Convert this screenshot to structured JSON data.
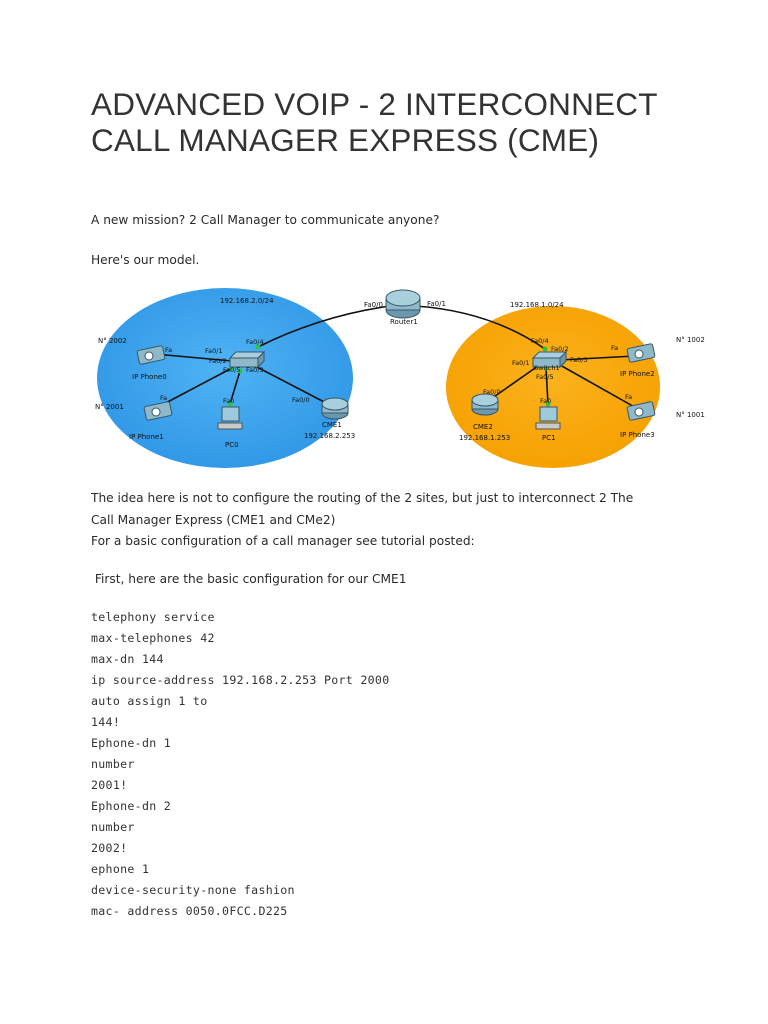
{
  "title": {
    "line1": "ADVANCED VOIP - 2 INTERCONNECT",
    "line2": "CALL MANAGER EXPRESS (CME)"
  },
  "intro": "A new mission? 2 Call Manager to communicate anyone?",
  "model_text": "Here's our model.",
  "diagram": {
    "left_network": "192.168.2.0/24",
    "right_network": "192.168.1.0/24",
    "router": "Router1",
    "router_if_left": "Fa0/0",
    "router_if_right": "Fa0/1",
    "switch0_fa04": "Fa0/4",
    "switch0_fa01": "Fa0/1",
    "switch0_fa02": "Fa0/2",
    "switch0_fa05": "Fa0/5",
    "switch0_fa03": "Fa0/3",
    "phone0_port": "Fa",
    "phone1_port": "Fa",
    "pc0_port": "Fa0",
    "cme1_port": "Fa0/0",
    "phone0": "IP Phone0",
    "phone1": "IP Phone1",
    "pc0": "PC0",
    "cme1": "CME1",
    "cme1_ip": "192.168.2.253",
    "num_2002": "N° 2002",
    "num_2001": "N° 2001",
    "switch1": "Switch1",
    "switch1_fa04": "Fa0/4",
    "switch1_fa02": "Fa0/2",
    "switch1_fa01": "Fa0/1",
    "switch1_fa03": "Fa0/3",
    "switch1_fa05": "Fa0/5",
    "cme2_port": "Fa0/0",
    "pc1_port": "Fa0",
    "phone2_port": "Fa",
    "phone3_port": "Fa",
    "cme2": "CME2",
    "cme2_ip": "192.168.1.253",
    "pc1": "PC1",
    "phone2": "IP Phone2",
    "phone3": "IP Phone3",
    "num_1002": "N° 1002",
    "num_1001": "N° 1001",
    "colors": {
      "left_site": "#3aa3ec",
      "right_site": "#f9a50d",
      "device": "#8fb8c8"
    }
  },
  "para1_line1": "The idea here is not to configure the routing of the 2 sites, but just to interconnect 2 The",
  "para1_line2": "Call Manager Express (CME1 and CMe2)",
  "para1_line3": "For a basic configuration of a call manager see tutorial posted:",
  "para2": " First, here are the basic configuration for our CME1",
  "code": [
    "telephony service",
    "max-telephones 42",
    "max-dn 144",
    "ip source-address 192.168.2.253 Port 2000",
    "auto assign 1 to",
    "144!",
    "Ephone-dn 1",
    "number",
    "2001!",
    "Ephone-dn 2",
    "number",
    "2002!",
    "ephone 1",
    "device-security-none fashion",
    "mac- address 0050.0FCC.D225"
  ]
}
